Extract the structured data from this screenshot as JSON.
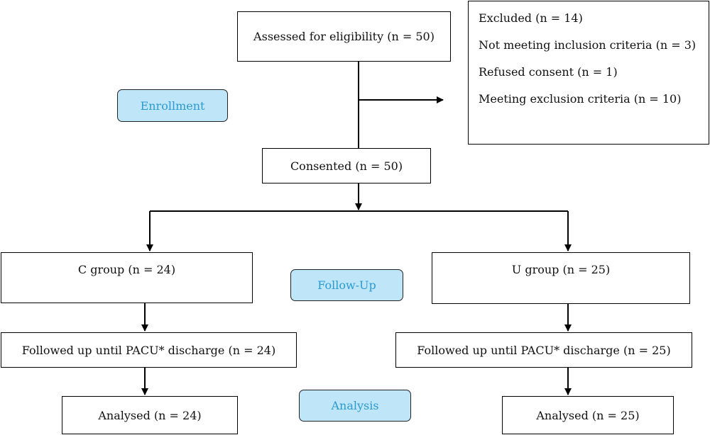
{
  "boxes": {
    "assessed": "Assessed for eligibility (n = 50)",
    "consented": "Consented (n = 50)",
    "c_group": "C group (n = 24)",
    "u_group": "U group (n = 25)",
    "c_followup": "Followed up until PACU* discharge (n = 24)",
    "u_followup": "Followed  up until PACU* discharge (n = 25)",
    "c_analysed": "Analysed (n = 24)",
    "u_analysed": "Analysed (n = 25)"
  },
  "excluded": {
    "title": "Excluded (n = 14)",
    "items": [
      "Not meeting inclusion criteria (n = 3)",
      "Refused consent (n = 1)",
      "Meeting exclusion criteria (n = 10)"
    ]
  },
  "stages": {
    "enrollment": "Enrollment",
    "followup": "Follow-Up",
    "analysis": "Analysis"
  },
  "colors": {
    "stage_fill": "#bfe6f8",
    "stage_text": "#2b9ad0"
  }
}
